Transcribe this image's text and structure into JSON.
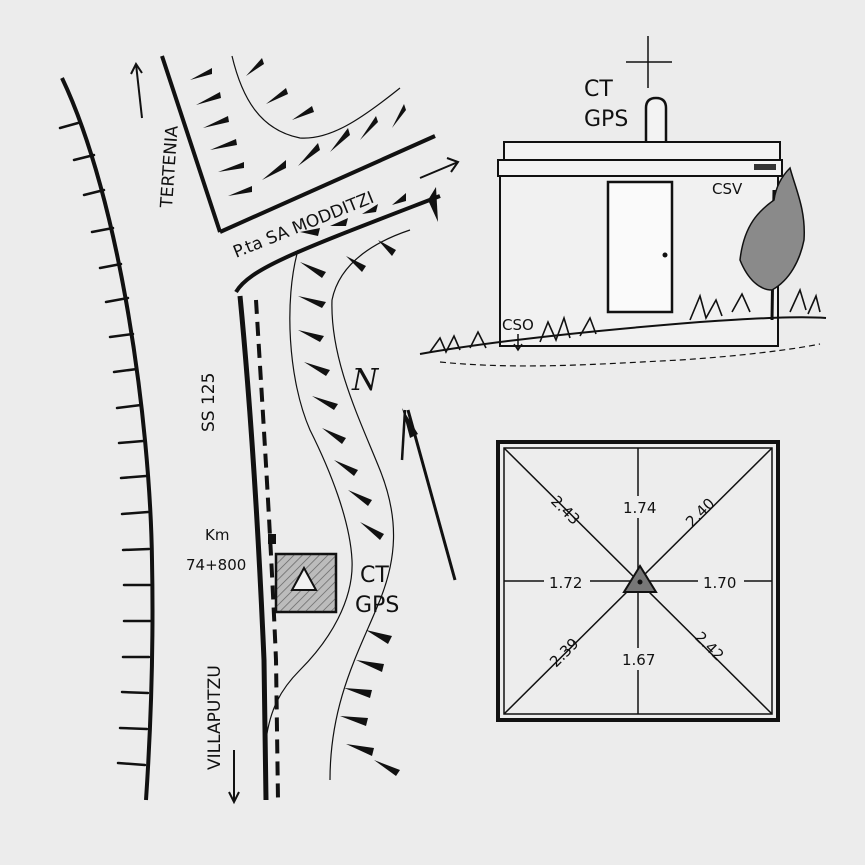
{
  "map": {
    "road_north_label": "TERTENIA",
    "road_south_label": "VILLAPUTZU",
    "road_name": "SS 125",
    "side_road_label": "P.ta  SA MODDITZI",
    "km_label": "Km",
    "km_value": "74+800",
    "point_label_line1": "CT",
    "point_label_line2": "GPS",
    "north_label": "N"
  },
  "building": {
    "label_line1": "CT",
    "label_line2": "GPS",
    "csv_label": "CSV",
    "cso_label": "CSO"
  },
  "distance_diagram": {
    "top": "1.74",
    "bottom": "1.67",
    "left": "1.72",
    "right": "1.70",
    "top_left": "2.43",
    "top_right": "2.40",
    "bottom_left": "2.39",
    "bottom_right": "2.42"
  },
  "colors": {
    "ink": "#111111",
    "paper": "#ececec",
    "marker_fill": "#777777",
    "hatch_fill": "#9a9a9a"
  }
}
